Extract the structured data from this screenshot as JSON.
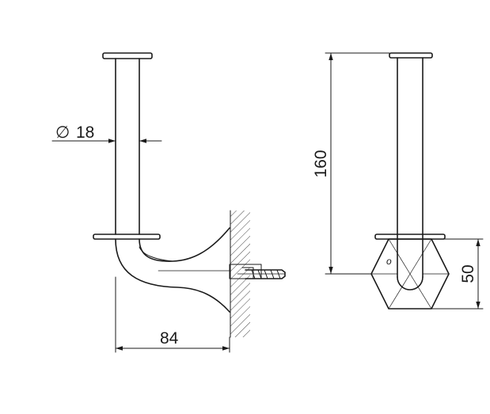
{
  "dimensions": {
    "diameter_symbol": "∅",
    "diameter_value": "18",
    "depth": "84",
    "height": "160",
    "base_height": "50"
  },
  "base_marking": "o",
  "colors": {
    "line": "#1a1a1a",
    "background": "#ffffff"
  }
}
